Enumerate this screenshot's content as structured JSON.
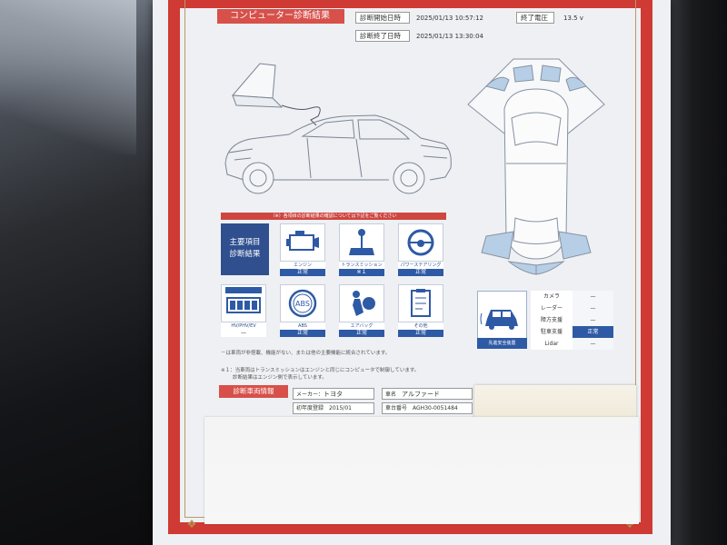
{
  "header": {
    "title": "コンピューター診断結果",
    "start_label": "診断開始日時",
    "start_value": "2025/01/13  10:57:12",
    "end_label": "診断終了日時",
    "end_value": "2025/01/13  13:30:04",
    "voltage_label": "終了電圧",
    "voltage_value": "13.5 v"
  },
  "section_banner": "（※）各項目の診断結果の確認については下記をご覧ください",
  "main_tile": {
    "line1": "主要項目",
    "line2": "診断結果"
  },
  "tiles": [
    {
      "name": "エンジン",
      "status": "正常",
      "icon": "engine-icon"
    },
    {
      "name": "トランスミッション",
      "status": "※１",
      "icon": "gear-shift-icon"
    },
    {
      "name": "パワーステアリング",
      "status": "正常",
      "icon": "steering-wheel-icon"
    },
    {
      "name": "HV/PHV/EV",
      "status": "—",
      "icon": "battery-icon"
    },
    {
      "name": "ABS",
      "status": "正常",
      "icon": "abs-icon"
    },
    {
      "name": "エアバッグ",
      "status": "正常",
      "icon": "airbag-icon"
    },
    {
      "name": "その他",
      "status": "正常",
      "icon": "checklist-icon"
    }
  ],
  "notes": {
    "line1": "－は車両が非搭載、機能がない、または他の主要機能に統合されています。",
    "line2a": "※１：当車両はトランスミッションはエンジンと同じにコンピュータで制御しています。",
    "line2b": "診断結果はエンジン側で表示しています。"
  },
  "sensors": {
    "caption": "先進安全装置",
    "rows": [
      {
        "key": "カメラ",
        "value": "—"
      },
      {
        "key": "レーダー",
        "value": "—"
      },
      {
        "key": "障方支援",
        "value": "—"
      },
      {
        "key": "駐車支援",
        "value": "正常"
      },
      {
        "key": "Lidar",
        "value": "—"
      }
    ]
  },
  "vehicle": {
    "title": "診断車両情報",
    "maker_label": "メーカー",
    "maker_value": "トヨタ",
    "model_label": "車名",
    "model_value": "アルファード",
    "reg_label": "初年度登録",
    "reg_value": "2015/01",
    "vin_label": "車台番号",
    "vin_value": "AGH30-0051484"
  },
  "colors": {
    "frame_red": "#cf3a34",
    "accent_blue": "#2e5aa5",
    "sheet": "#eef0f3"
  }
}
